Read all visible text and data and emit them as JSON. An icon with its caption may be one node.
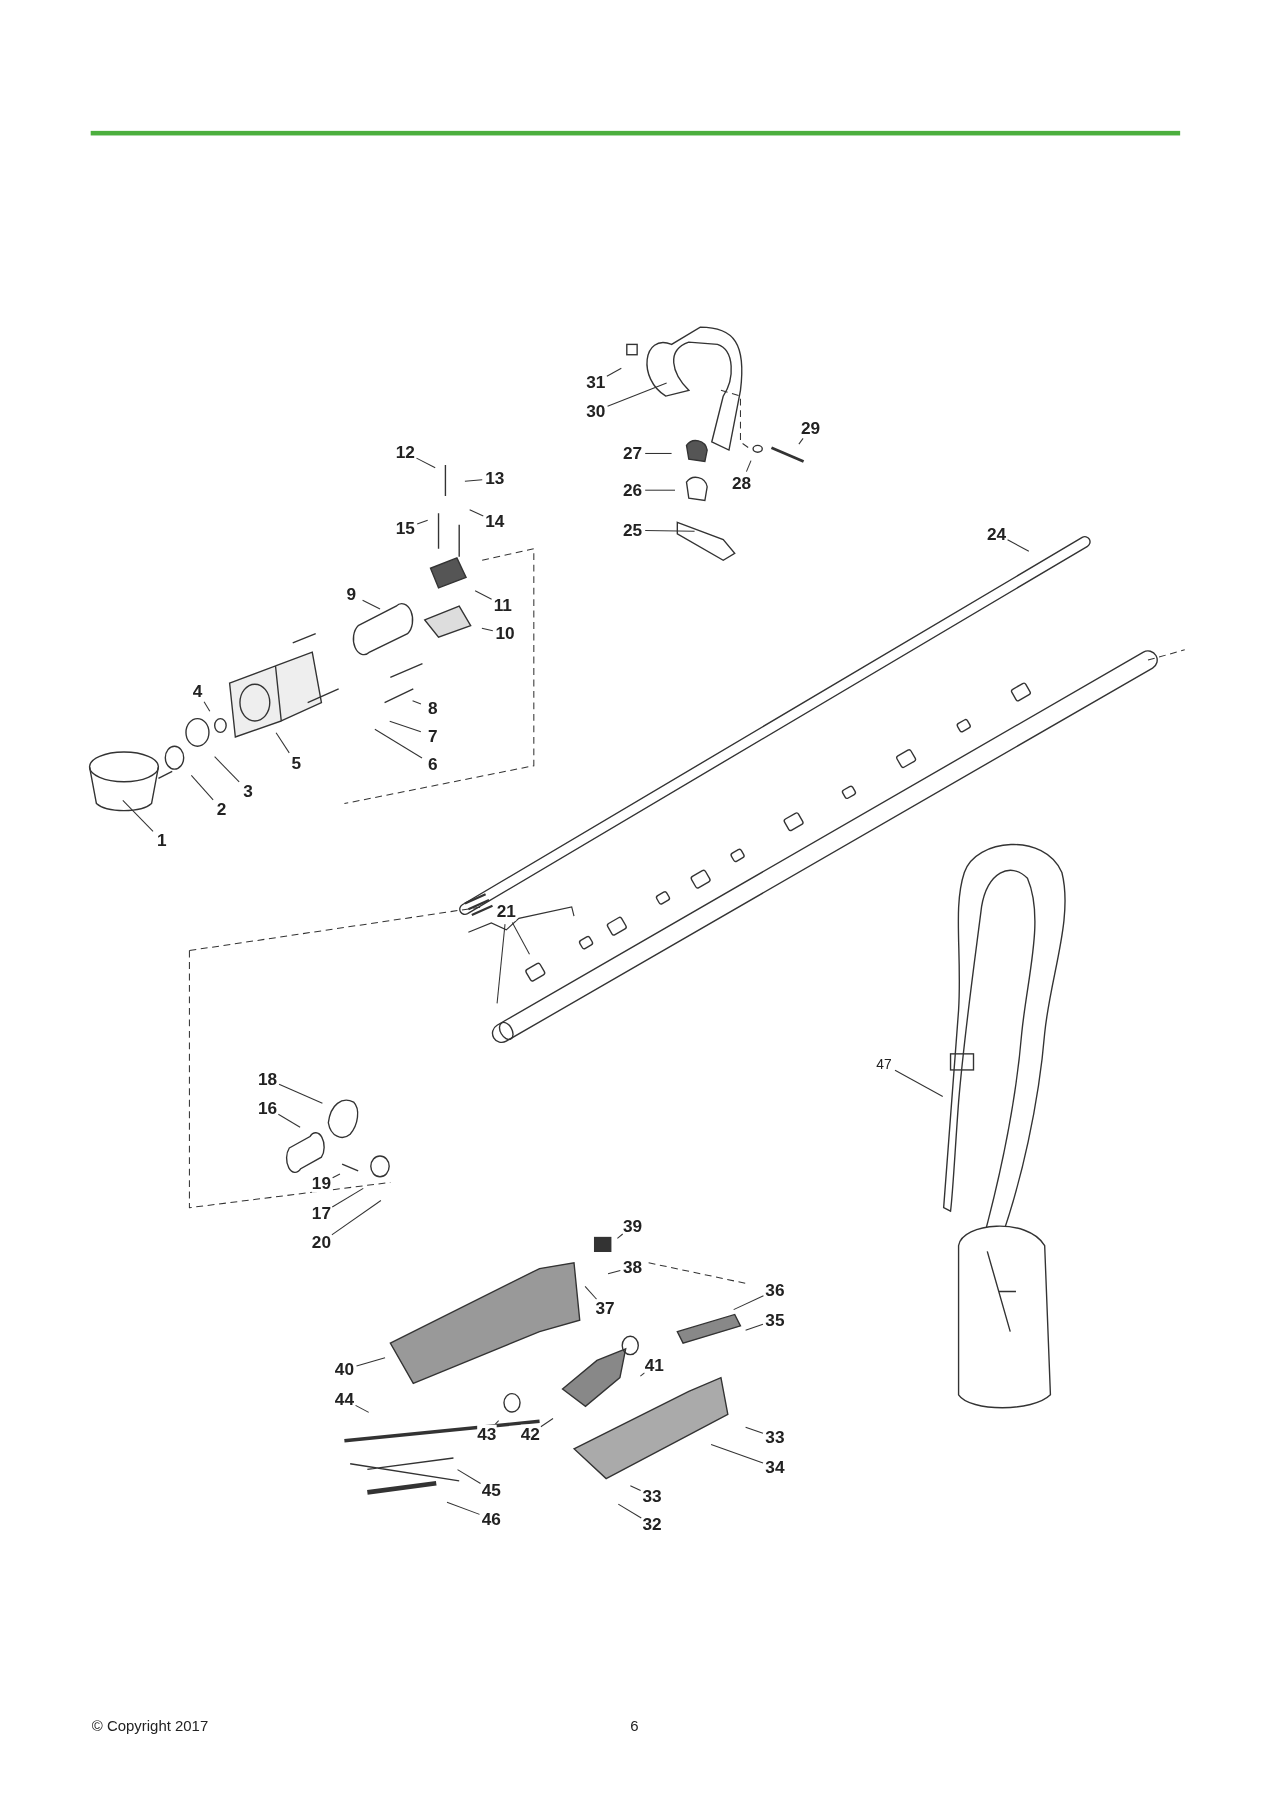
{
  "diagram": {
    "nodes": [
      {
        "text": [
          "31"
        ]
      },
      {
        "text": [
          "30"
        ]
      },
      {
        "text": [
          "29"
        ]
      },
      {
        "text": [
          "27"
        ]
      },
      {
        "text": [
          "28"
        ]
      },
      {
        "text": [
          "26"
        ]
      },
      {
        "text": [
          "25"
        ]
      },
      {
        "text": [
          "12"
        ]
      },
      {
        "text": [
          "13"
        ]
      },
      {
        "text": [
          "15"
        ]
      },
      {
        "text": [
          "14"
        ]
      },
      {
        "text": [
          "24"
        ]
      },
      {
        "text": [
          "9"
        ]
      },
      {
        "text": [
          "11"
        ]
      },
      {
        "text": [
          "10"
        ]
      },
      {
        "text": [
          "4"
        ]
      },
      {
        "text": [
          "8"
        ]
      },
      {
        "text": [
          "7"
        ]
      },
      {
        "text": [
          "5"
        ]
      },
      {
        "text": [
          "6"
        ]
      },
      {
        "text": [
          "3"
        ]
      },
      {
        "text": [
          "2"
        ]
      },
      {
        "text": [
          "1"
        ]
      },
      {
        "text": [
          "21"
        ]
      },
      {
        "text": [
          "47"
        ]
      },
      {
        "text": [
          "18"
        ]
      },
      {
        "text": [
          "16"
        ]
      },
      {
        "text": [
          "19"
        ]
      },
      {
        "text": [
          "17"
        ]
      },
      {
        "text": [
          "20"
        ]
      },
      {
        "text": [
          "39"
        ]
      },
      {
        "text": [
          "38"
        ]
      },
      {
        "text": [
          "37"
        ]
      },
      {
        "text": [
          "36"
        ]
      },
      {
        "text": [
          "35"
        ]
      },
      {
        "text": [
          "41"
        ]
      },
      {
        "text": [
          "40"
        ]
      },
      {
        "text": [
          "44"
        ]
      },
      {
        "text": [
          "33"
        ]
      },
      {
        "text": [
          "43"
        ]
      },
      {
        "text": [
          "42"
        ]
      },
      {
        "text": [
          "34"
        ]
      },
      {
        "text": [
          "45"
        ]
      },
      {
        "text": [
          "33"
        ]
      },
      {
        "text": [
          "46"
        ]
      },
      {
        "text": [
          "32"
        ]
      }
    ],
    "edges": [
      {
        "from": 0,
        "to": null,
        "arrow": "none"
      },
      {
        "from": 1,
        "to": null,
        "arrow": "none"
      },
      {
        "from": 2,
        "to": null,
        "arrow": "none"
      },
      {
        "from": 3,
        "to": null,
        "arrow": "none"
      },
      {
        "from": 4,
        "to": null,
        "arrow": "none"
      },
      {
        "from": 5,
        "to": null,
        "arrow": "none"
      },
      {
        "from": 6,
        "to": null,
        "arrow": "none"
      },
      {
        "from": 7,
        "to": null,
        "arrow": "none"
      },
      {
        "from": 8,
        "to": null,
        "arrow": "none"
      },
      {
        "from": 9,
        "to": null,
        "arrow": "none"
      },
      {
        "from": 10,
        "to": null,
        "arrow": "none"
      },
      {
        "from": 11,
        "to": null,
        "arrow": "none"
      },
      {
        "from": 12,
        "to": null,
        "arrow": "none"
      },
      {
        "from": 13,
        "to": null,
        "arrow": "none"
      },
      {
        "from": 14,
        "to": null,
        "arrow": "none"
      },
      {
        "from": 15,
        "to": null,
        "arrow": "none"
      },
      {
        "from": 16,
        "to": null,
        "arrow": "none"
      },
      {
        "from": 17,
        "to": null,
        "arrow": "none"
      },
      {
        "from": 18,
        "to": null,
        "arrow": "none"
      },
      {
        "from": 19,
        "to": null,
        "arrow": "none"
      },
      {
        "from": 20,
        "to": null,
        "arrow": "none"
      },
      {
        "from": 21,
        "to": null,
        "arrow": "none"
      },
      {
        "from": 22,
        "to": null,
        "arrow": "none"
      },
      {
        "from": 23,
        "to": null,
        "arrow": "none"
      },
      {
        "from": 24,
        "to": null,
        "arrow": "none"
      },
      {
        "from": 25,
        "to": null,
        "arrow": "none"
      },
      {
        "from": 26,
        "to": null,
        "arrow": "none"
      },
      {
        "from": 27,
        "to": null,
        "arrow": "none"
      },
      {
        "from": 28,
        "to": null,
        "arrow": "none"
      },
      {
        "from": 29,
        "to": null,
        "arrow": "none"
      },
      {
        "from": 30,
        "to": null,
        "arrow": "none"
      },
      {
        "from": 31,
        "to": null,
        "arrow": "none"
      },
      {
        "from": 32,
        "to": null,
        "arrow": "none"
      },
      {
        "from": 33,
        "to": null,
        "arrow": "none"
      },
      {
        "from": 34,
        "to": null,
        "arrow": "none"
      },
      {
        "from": 35,
        "to": null,
        "arrow": "none"
      },
      {
        "from": 36,
        "to": null,
        "arrow": "none"
      },
      {
        "from": 37,
        "to": null,
        "arrow": "none"
      },
      {
        "from": 38,
        "to": null,
        "arrow": "none"
      },
      {
        "from": 39,
        "to": null,
        "arrow": "none"
      },
      {
        "from": 40,
        "to": null,
        "arrow": "none"
      },
      {
        "from": 41,
        "to": null,
        "arrow": "none"
      },
      {
        "from": 42,
        "to": null,
        "arrow": "none"
      },
      {
        "from": 43,
        "to": null,
        "arrow": "none"
      },
      {
        "from": 44,
        "to": null,
        "arrow": "none"
      },
      {
        "from": 45,
        "to": null,
        "arrow": "none"
      },
      {
        "from": 23,
        "to": null,
        "arrow": "none"
      }
    ],
    "labels": [
      "© Copyright 2017",
      "6"
    ]
  }
}
